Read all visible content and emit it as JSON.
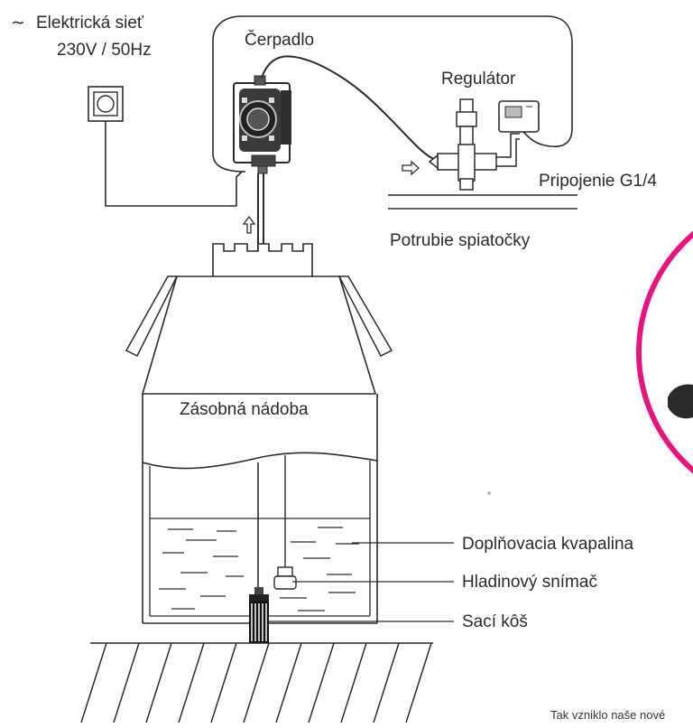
{
  "power": {
    "symbol": "∼",
    "title": "Elektrická sieť",
    "spec": "230V / 50Hz"
  },
  "labels": {
    "pump": "Čerpadlo",
    "regulator": "Regulátor",
    "connection": "Pripojenie G1/4",
    "return_pipe": "Potrubie spiatočky",
    "tank": "Zásobná nádoba",
    "fill_liquid": "Doplňovacia kvapalina",
    "level_sensor": "Hladinový snímač",
    "suction_basket": "Sací kôš"
  },
  "caption": "Tak vzniklo naše nové",
  "colors": {
    "accent_ring": "#e6157e",
    "line": "#2b2b2b",
    "pump_body": "#3a3a3a"
  }
}
